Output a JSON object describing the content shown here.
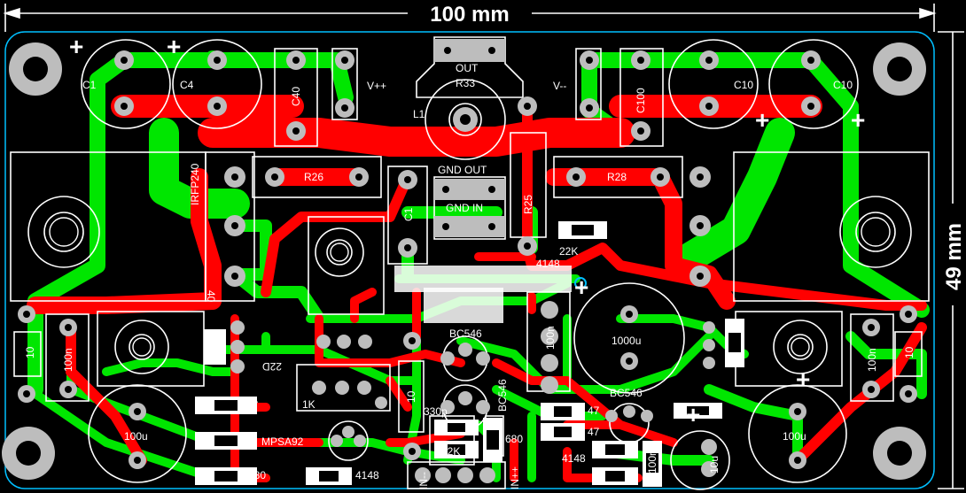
{
  "dimensions": {
    "width_label": "100 mm",
    "height_label": "49 mm"
  },
  "labels": {
    "c1_left": "C1",
    "c4": "C4",
    "c40": "C40",
    "vpp": "V++",
    "out": "OUT",
    "r33": "R33",
    "l1": "L1",
    "vmm": "V--",
    "c100": "C100",
    "c10a": "C10",
    "c10b": "C10",
    "irfp240": "IRFP240",
    "r26": "R26",
    "gnd_out": "GND OUT",
    "gnd_in": "GND IN",
    "c1_mid": "C1",
    "r25": "R25",
    "r28": "R28",
    "r22k_top": "22K",
    "d4148_top": "4148",
    "bc546_a": "BC546",
    "bc546_b": "BC546",
    "bc546_c": "BC546",
    "c1000u": "1000u",
    "c100n_r": "100n",
    "r10_left": "10",
    "c100n_left": "100n",
    "r10_right": "10",
    "c100n_right": "100n",
    "r1k": "1K",
    "r22d": "22D",
    "r47_a": "47",
    "c100u_left": "100u",
    "mpsa92": "MPSA92",
    "r680_a": "680",
    "d4148_a": "4148",
    "r10_mid": "10",
    "c330p": "330p",
    "r22k_b": "22K",
    "r680_b": "680",
    "r47_b": "47",
    "r47_c": "47",
    "d4148_b": "4148",
    "c100n_b": "100n",
    "c10u": "10u",
    "c100u_right": "100u",
    "in_minus": "IN--",
    "in_plus": "IN++",
    "plus": "+",
    "r40": "40"
  },
  "colors": {
    "top_copper": "#ff0000",
    "bottom_copper": "#00e600",
    "pad": "#bdbdbd",
    "silkscreen": "#ffffff",
    "board_outline": "#00bfff"
  }
}
